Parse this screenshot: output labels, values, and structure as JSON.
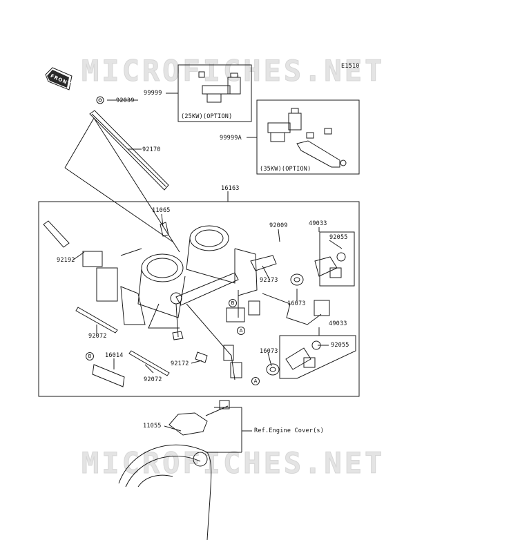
{
  "watermark": {
    "text": "MICROFICHES.NET"
  },
  "diagram_code": "E1510",
  "front_label": "FRONT",
  "parts": {
    "p92039": "92039",
    "p92170": "92170",
    "p99999": "99999",
    "p99999A": "99999A",
    "p16163": "16163",
    "p11065": "11065",
    "p92009": "92009",
    "p49033a": "49033",
    "p92055a": "92055",
    "p92192": "92192",
    "p92173": "92173",
    "p16073a": "16073",
    "p49033b": "49033",
    "p92055b": "92055",
    "p92072a": "92072",
    "p16014": "16014",
    "p92072b": "92072",
    "p92172": "92172",
    "p16073b": "16073",
    "p11055": "11055"
  },
  "options": {
    "opt25": "(25KW)(OPTION)",
    "opt35": "(35KW)(OPTION)"
  },
  "reference": "Ref.Engine Cover(s)",
  "callouts": {
    "a": "A",
    "b": "B"
  }
}
